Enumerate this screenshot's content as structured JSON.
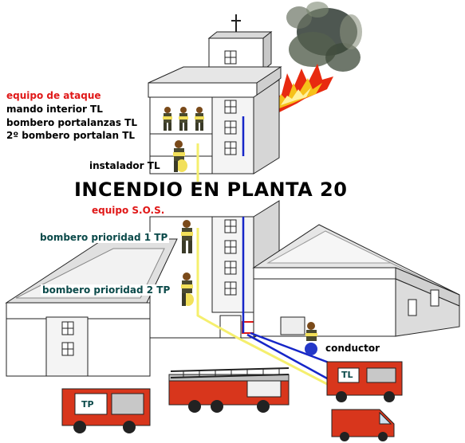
{
  "title": "INCENDIO EN PLANTA 20",
  "attack_team": {
    "heading": "equipo de ataque",
    "members": [
      "mando interior TL",
      "bombero portalanzas TL",
      "2º bombero portalan  TL"
    ]
  },
  "installer": "instalador TL",
  "sos_team": {
    "heading": "equipo S.O.S.",
    "priority_1": "bombero prioridad 1 TP",
    "priority_2": "bombero prioridad 2 TP"
  },
  "driver": "conductor",
  "vehicles": {
    "ladder_truck_tag": "TL",
    "pump_truck_tag": "TP"
  },
  "colors": {
    "label_red": "#e01818",
    "label_teal": "#0b4a4a",
    "hose_yellow": "#f5ef6e",
    "riser_blue": "#1626c8",
    "truck_red": "#d8361c",
    "fire": "#e82a10"
  }
}
